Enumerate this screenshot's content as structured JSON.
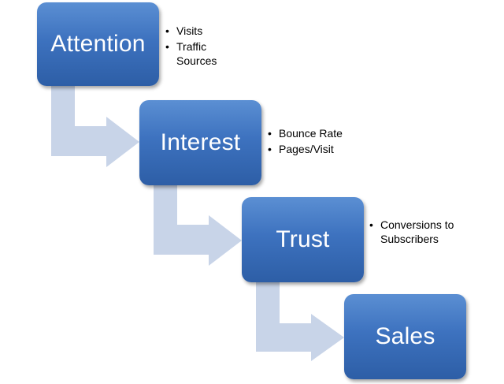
{
  "stages": [
    {
      "label": "Attention",
      "metrics": [
        "Visits",
        "Traffic Sources"
      ]
    },
    {
      "label": "Interest",
      "metrics": [
        "Bounce Rate",
        "Pages/Visit"
      ]
    },
    {
      "label": "Trust",
      "metrics": [
        "Conversions to Subscribers"
      ]
    },
    {
      "label": "Sales",
      "metrics": []
    }
  ],
  "colors": {
    "box_top": "#5b8fd3",
    "box_bottom": "#2d5ea6",
    "arrow": "#c8d4e8",
    "text_on_box": "#ffffff"
  }
}
